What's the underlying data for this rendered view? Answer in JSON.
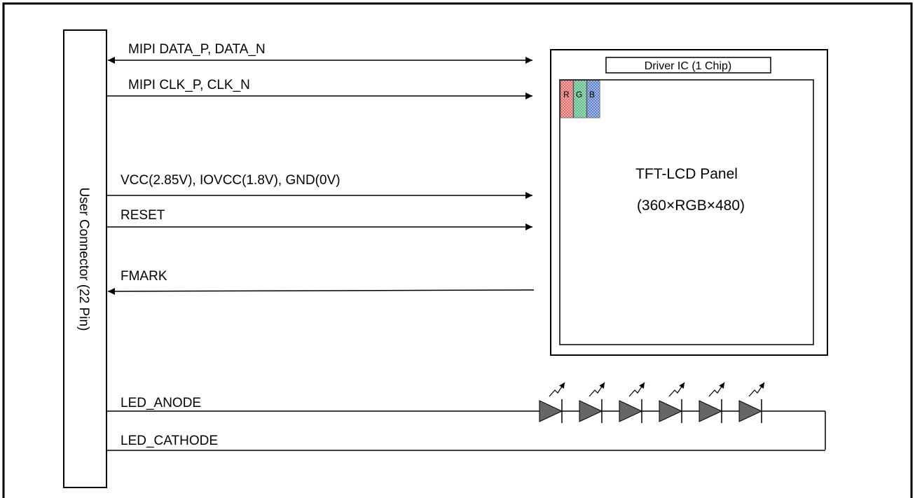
{
  "connector": {
    "label": "User Connector (22 Pin)"
  },
  "signals": {
    "mipi_data": "MIPI DATA_P, DATA_N",
    "mipi_clk": "MIPI CLK_P, CLK_N",
    "power": "VCC(2.85V), IOVCC(1.8V), GND(0V)",
    "reset": "RESET",
    "fmark": "FMARK",
    "led_anode": "LED_ANODE",
    "led_cathode": "LED_CATHODE"
  },
  "module": {
    "driver_label": "Driver IC (1 Chip)",
    "panel_title": "TFT-LCD Panel",
    "panel_resolution": "(360×RGB×480)",
    "pixels": [
      {
        "label": "R",
        "color": "#e06060"
      },
      {
        "label": "G",
        "color": "#50b880"
      },
      {
        "label": "B",
        "color": "#5078c8"
      }
    ]
  },
  "backlight": {
    "led_count": 6
  }
}
